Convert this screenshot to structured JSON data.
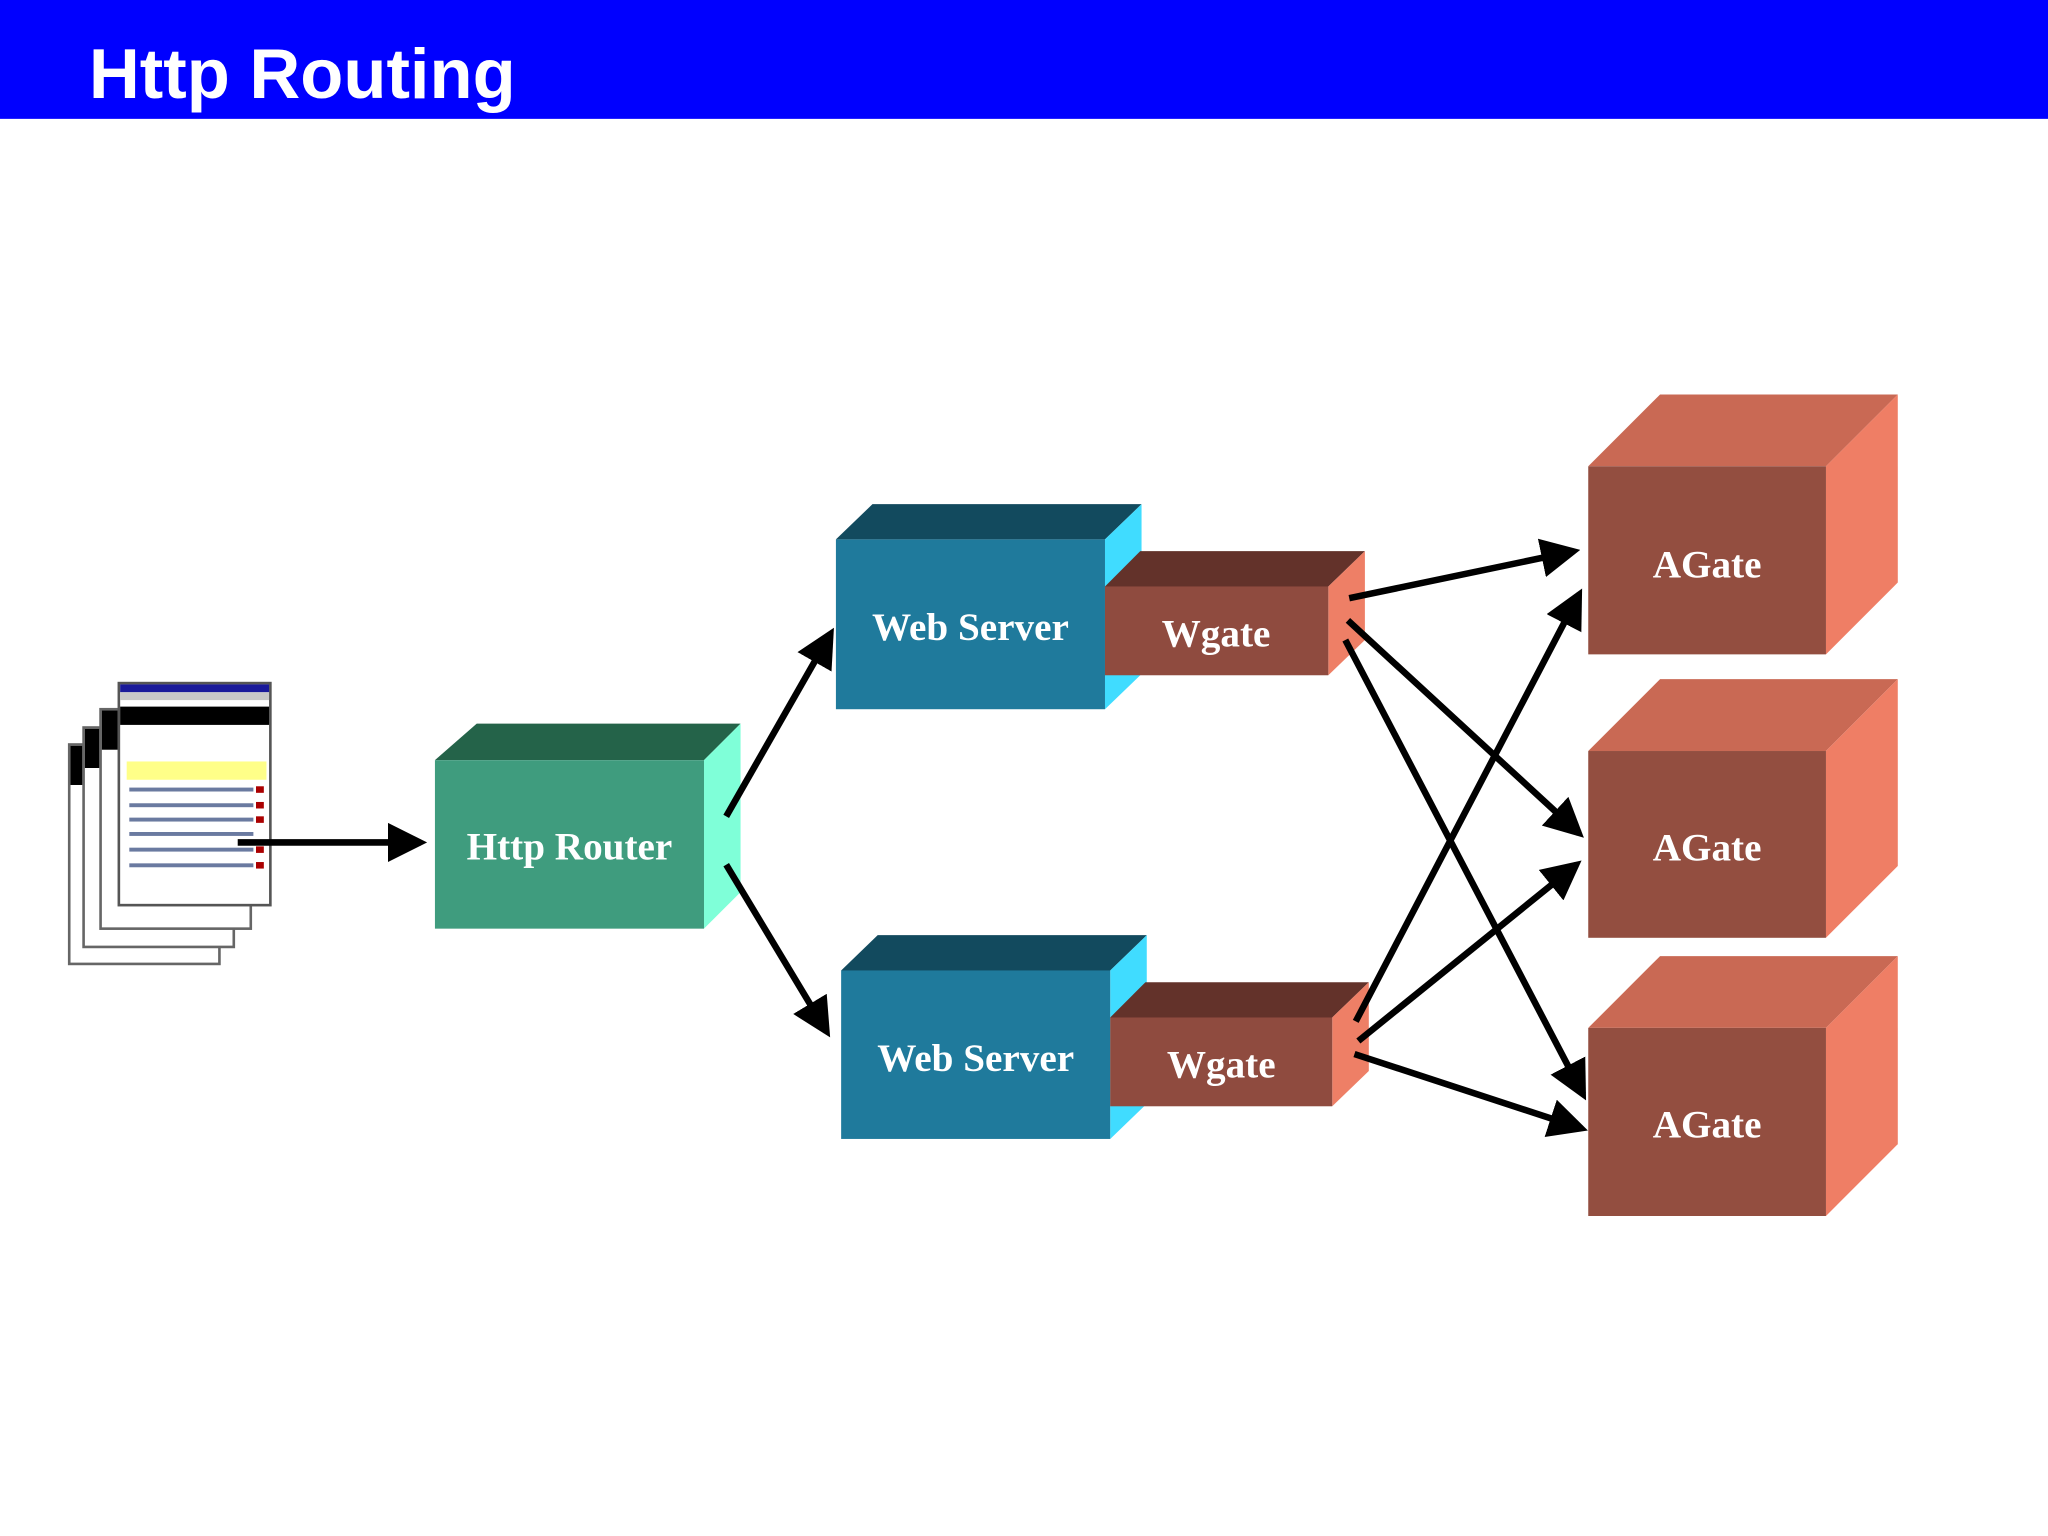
{
  "title": "Http Routing",
  "colors": {
    "title_bar": "#0000ff",
    "router": "#3f9c7e",
    "web_server": "#1f7a9c",
    "wgate": "#8f4b3f",
    "agate": "#934e40"
  },
  "client": {
    "icon": "browser-windows-stack-icon"
  },
  "router": {
    "label": "Http Router"
  },
  "web_servers": [
    {
      "label": "Web Server",
      "wgate_label": "Wgate"
    },
    {
      "label": "Web Server",
      "wgate_label": "Wgate"
    }
  ],
  "agates": [
    {
      "label": "AGate"
    },
    {
      "label": "AGate"
    },
    {
      "label": "AGate"
    }
  ]
}
